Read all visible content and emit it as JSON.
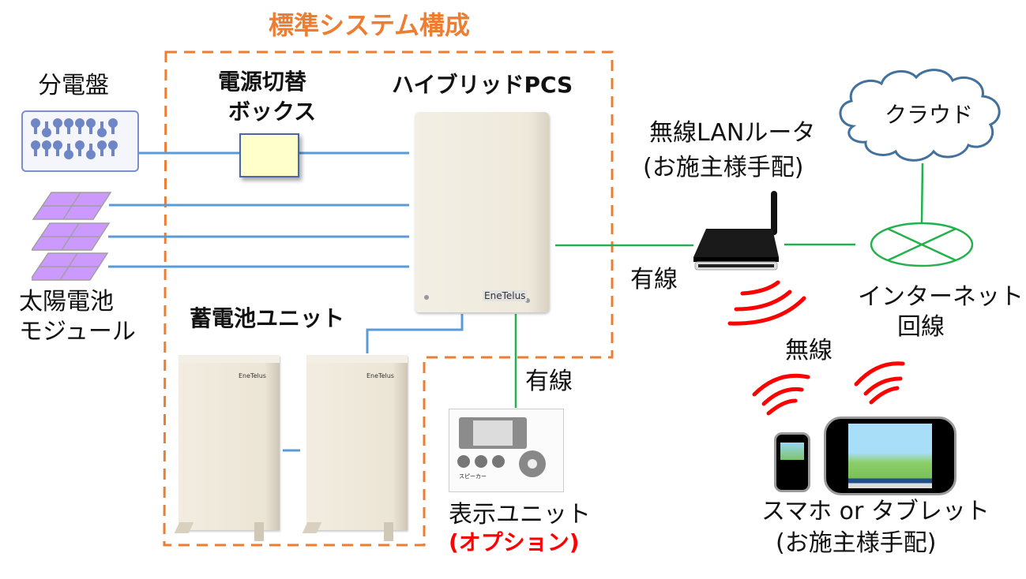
{
  "diagram": {
    "title": "標準システム構成",
    "colors": {
      "standard_frame": "#ed7d31",
      "power_line": "#5b9bd5",
      "comm_line": "#22b14c",
      "wireless_wave": "#ff0000",
      "cloud_outline": "#41719c",
      "solar_panel": "#cc99ff",
      "switch_box_fill": "#ffffcc",
      "switch_box_border": "#4a67a8",
      "device_body": "#efe9dc",
      "option_text": "#ff0000"
    },
    "nodes": {
      "distribution_board": {
        "label": "分電盤"
      },
      "power_switch_box": {
        "label_line1": "電源切替",
        "label_line2": "ボックス"
      },
      "hybrid_pcs": {
        "label": "ハイブリッドPCS",
        "brand": "EneTelus"
      },
      "solar_modules": {
        "label_line1": "太陽電池",
        "label_line2": "モジュール",
        "count": 3
      },
      "battery_units": {
        "label": "蓄電池ユニット",
        "count": 2,
        "brand": "EneTelus"
      },
      "display_unit": {
        "label": "表示ユニット",
        "option": "(オプション)",
        "speaker": "スピーカー"
      },
      "wireless_router": {
        "label_line1": "無線LANルータ",
        "label_line2": "(お施主様手配)"
      },
      "cloud": {
        "label": "クラウド"
      },
      "internet_line": {
        "label_line1": "インターネット",
        "label_line2": "回線"
      },
      "smartphone_tablet": {
        "label_line1": "スマホ or タブレット",
        "label_line2": "(お施主様手配)"
      }
    },
    "edges": {
      "pcs_router": {
        "label": "有線"
      },
      "pcs_display": {
        "label": "有線"
      },
      "router_devices": {
        "label": "無線"
      }
    }
  }
}
